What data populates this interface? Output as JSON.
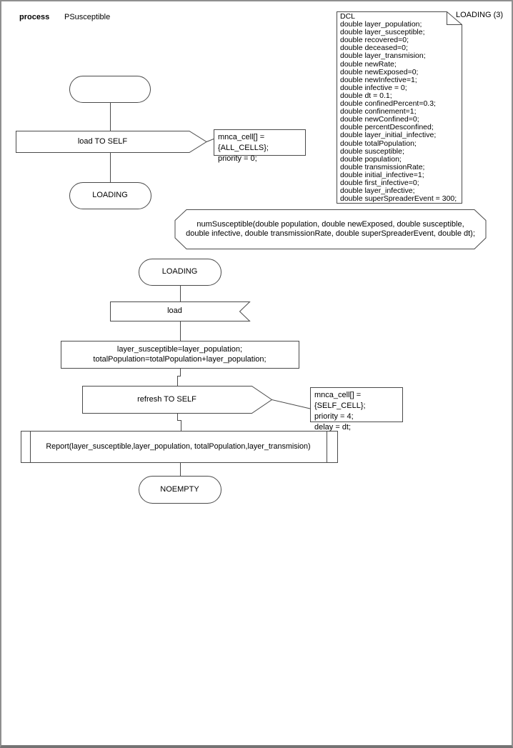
{
  "header": {
    "kind_label": "process",
    "process_name": "PSusceptible",
    "page_label": "LOADING (3)"
  },
  "declarations": {
    "text": "DCL\ndouble layer_population;\ndouble layer_susceptible;\ndouble recovered=0;\ndouble deceased=0;\ndouble layer_transmision;\ndouble newRate;\ndouble newExposed=0;\ndouble newInfective=1;\ndouble infective = 0;\ndouble dt = 0.1;\ndouble confinedPercent=0.3;\ndouble confinement=1;\ndouble newConfined=0;\ndouble percentDesconfined;\ndouble layer_initial_infective;\ndouble totalPopulation;\ndouble susceptible;\ndouble population;\ndouble transmissionRate;\ndouble initial_infective=1;\ndouble first_infective=0;\ndouble layer_infective;\ndouble superSpreaderEvent = 300;"
  },
  "nodes": {
    "start_state": {
      "label": ""
    },
    "output_load": {
      "label": "load TO SELF"
    },
    "comment_load": {
      "text": "mnca_cell[] = {ALL_CELLS};\npriority = 0;"
    },
    "state_loading_1": {
      "label": "LOADING"
    },
    "procedure_declaration": {
      "text": "numSusceptible(double population, double newExposed, double susceptible,\ndouble infective, double transmissionRate, double superSpreaderEvent, double dt);"
    },
    "state_loading_2": {
      "label": "LOADING"
    },
    "input_load": {
      "label": "load"
    },
    "task_assign": {
      "text": "layer_susceptible=layer_population;\ntotalPopulation=totalPopulation+layer_population;"
    },
    "output_refresh": {
      "label": "refresh TO SELF"
    },
    "comment_refresh": {
      "text": "mnca_cell[] = {SELF_CELL};\npriority = 4;\ndelay = dt;"
    },
    "procedure_call_report": {
      "label": "Report(layer_susceptible,layer_population, totalPopulation,layer_transmision)"
    },
    "state_noempty": {
      "label": "NOEMPTY"
    }
  },
  "colors": {
    "shape_stroke": "#4a4a4a",
    "page_border": "#8f8f8f",
    "background": "#ffffff",
    "text": "#000000"
  }
}
